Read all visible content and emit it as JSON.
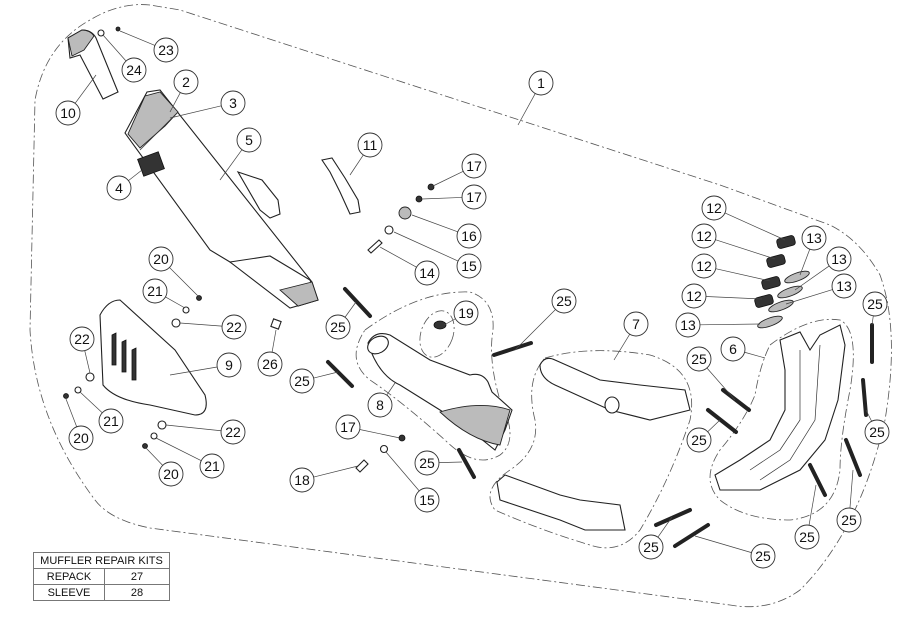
{
  "diagram": {
    "title": "Exhaust system exploded parts diagram",
    "callouts": [
      {
        "id": "c1",
        "label": "1",
        "part": "complete-system"
      },
      {
        "id": "c2",
        "label": "2",
        "part": "muffler-end-cap"
      },
      {
        "id": "c3",
        "label": "3",
        "part": "end-cap-band"
      },
      {
        "id": "c4",
        "label": "4",
        "part": "logo-badge"
      },
      {
        "id": "c5",
        "label": "5",
        "part": "muffler"
      },
      {
        "id": "c6",
        "label": "6",
        "part": "header-pipes"
      },
      {
        "id": "c7",
        "label": "7",
        "part": "link-pipes"
      },
      {
        "id": "c8",
        "label": "8",
        "part": "link-pipe-front"
      },
      {
        "id": "c9",
        "label": "9",
        "part": "heat-shield"
      },
      {
        "id": "c10",
        "label": "10",
        "part": "tail-pipe"
      },
      {
        "id": "c11",
        "label": "11",
        "part": "mounting-bracket"
      },
      {
        "id": "c12a",
        "label": "12",
        "part": "gasket"
      },
      {
        "id": "c12b",
        "label": "12",
        "part": "gasket"
      },
      {
        "id": "c12c",
        "label": "12",
        "part": "gasket"
      },
      {
        "id": "c12d",
        "label": "12",
        "part": "gasket"
      },
      {
        "id": "c13a",
        "label": "13",
        "part": "flange"
      },
      {
        "id": "c13b",
        "label": "13",
        "part": "flange"
      },
      {
        "id": "c13c",
        "label": "13",
        "part": "flange"
      },
      {
        "id": "c13d",
        "label": "13",
        "part": "flange"
      },
      {
        "id": "c14",
        "label": "14",
        "part": "bolt"
      },
      {
        "id": "c15a",
        "label": "15",
        "part": "washer"
      },
      {
        "id": "c15b",
        "label": "15",
        "part": "washer"
      },
      {
        "id": "c16",
        "label": "16",
        "part": "rubber-bushing"
      },
      {
        "id": "c17a",
        "label": "17",
        "part": "nut"
      },
      {
        "id": "c17b",
        "label": "17",
        "part": "nut"
      },
      {
        "id": "c17c",
        "label": "17",
        "part": "nut"
      },
      {
        "id": "c18",
        "label": "18",
        "part": "screw"
      },
      {
        "id": "c19",
        "label": "19",
        "part": "clamp"
      },
      {
        "id": "c20a",
        "label": "20",
        "part": "screw"
      },
      {
        "id": "c20b",
        "label": "20",
        "part": "screw"
      },
      {
        "id": "c20c",
        "label": "20",
        "part": "screw"
      },
      {
        "id": "c21a",
        "label": "21",
        "part": "washer"
      },
      {
        "id": "c21b",
        "label": "21",
        "part": "washer"
      },
      {
        "id": "c21c",
        "label": "21",
        "part": "washer"
      },
      {
        "id": "c22a",
        "label": "22",
        "part": "spacer"
      },
      {
        "id": "c22b",
        "label": "22",
        "part": "spacer"
      },
      {
        "id": "c22c",
        "label": "22",
        "part": "spacer"
      },
      {
        "id": "c23",
        "label": "23",
        "part": "screw"
      },
      {
        "id": "c24",
        "label": "24",
        "part": "washer"
      },
      {
        "id": "c25a",
        "label": "25",
        "part": "spring"
      },
      {
        "id": "c25b",
        "label": "25",
        "part": "spring"
      },
      {
        "id": "c25c",
        "label": "25",
        "part": "spring"
      },
      {
        "id": "c25d",
        "label": "25",
        "part": "spring"
      },
      {
        "id": "c25e",
        "label": "25",
        "part": "spring"
      },
      {
        "id": "c25f",
        "label": "25",
        "part": "spring"
      },
      {
        "id": "c25g",
        "label": "25",
        "part": "spring"
      },
      {
        "id": "c25h",
        "label": "25",
        "part": "spring"
      },
      {
        "id": "c25i",
        "label": "25",
        "part": "spring"
      },
      {
        "id": "c25j",
        "label": "25",
        "part": "spring"
      },
      {
        "id": "c25k",
        "label": "25",
        "part": "spring"
      },
      {
        "id": "c25l",
        "label": "25",
        "part": "spring"
      },
      {
        "id": "c26",
        "label": "26",
        "part": "clip-nut"
      }
    ]
  },
  "repair_kits": {
    "title": "MUFFLER REPAIR KITS",
    "rows": [
      {
        "name": "REPACK",
        "number": "27"
      },
      {
        "name": "SLEEVE",
        "number": "28"
      }
    ]
  }
}
